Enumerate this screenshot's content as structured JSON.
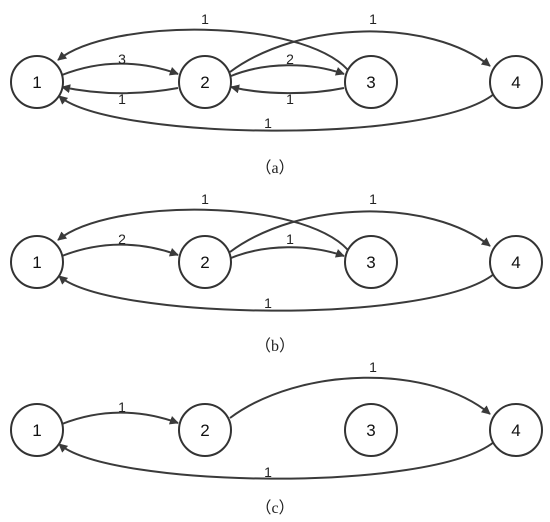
{
  "colors": {
    "edge": "#3a3a3a",
    "node_stroke": "#333333",
    "background": "#ffffff"
  },
  "panels": [
    {
      "caption": "（a）",
      "nodes": [
        "1",
        "2",
        "3",
        "4"
      ],
      "edges": [
        {
          "from": "3",
          "to": "1",
          "weight": "1"
        },
        {
          "from": "1",
          "to": "2",
          "weight": "3"
        },
        {
          "from": "2",
          "to": "1",
          "weight": "1"
        },
        {
          "from": "2",
          "to": "4",
          "weight": "1"
        },
        {
          "from": "2",
          "to": "3",
          "weight": "2"
        },
        {
          "from": "3",
          "to": "2",
          "weight": "1"
        },
        {
          "from": "4",
          "to": "1",
          "weight": "1"
        }
      ]
    },
    {
      "caption": "（b）",
      "nodes": [
        "1",
        "2",
        "3",
        "4"
      ],
      "edges": [
        {
          "from": "3",
          "to": "1",
          "weight": "1"
        },
        {
          "from": "1",
          "to": "2",
          "weight": "2"
        },
        {
          "from": "2",
          "to": "4",
          "weight": "1"
        },
        {
          "from": "2",
          "to": "3",
          "weight": "1"
        },
        {
          "from": "4",
          "to": "1",
          "weight": "1"
        }
      ]
    },
    {
      "caption": "（c）",
      "nodes": [
        "1",
        "2",
        "3",
        "4"
      ],
      "edges": [
        {
          "from": "1",
          "to": "2",
          "weight": "1"
        },
        {
          "from": "2",
          "to": "4",
          "weight": "1"
        },
        {
          "from": "4",
          "to": "1",
          "weight": "1"
        }
      ]
    }
  ]
}
